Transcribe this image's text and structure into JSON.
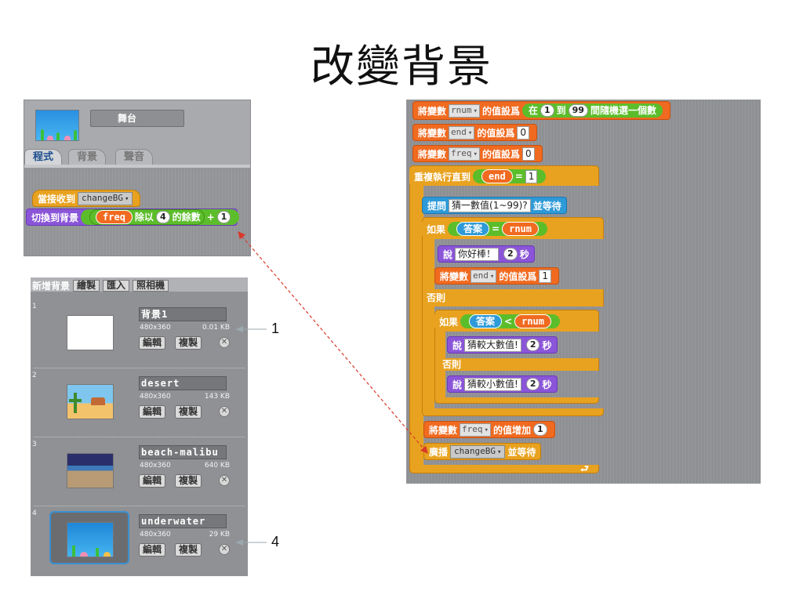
{
  "slide_title": "改變背景",
  "stage": {
    "name": "舞台",
    "tabs": [
      "程式",
      "背景",
      "聲音"
    ],
    "script": {
      "hat_label": "當接收到",
      "hat_message": "changeBG",
      "switch_label": "切換到背景",
      "var": "freq",
      "mod_label": "除以",
      "mod_num": "4",
      "remainder_label": "的餘數",
      "plus": "+",
      "plus_num": "1"
    }
  },
  "costumes": {
    "toolbar_label": "新增背景",
    "toolbar_buttons": [
      "繪製",
      "匯入",
      "照相機"
    ],
    "edit_label": "編輯",
    "copy_label": "複製",
    "items": [
      {
        "index": "1",
        "name": "背景1",
        "size": "480x360",
        "kb": "0.01 KB"
      },
      {
        "index": "2",
        "name": "desert",
        "size": "480x360",
        "kb": "143 KB"
      },
      {
        "index": "3",
        "name": "beach-malibu",
        "size": "480x360",
        "kb": "640 KB"
      },
      {
        "index": "4",
        "name": "underwater",
        "size": "480x360",
        "kb": "29 KB"
      }
    ]
  },
  "main_script": {
    "set_var_label": "將變數",
    "set_to_label": "的值設爲",
    "rnum_var": "rnum",
    "end_var": "end",
    "freq_var": "freq",
    "random_prefix": "在",
    "random_from": "1",
    "random_to_label": "到",
    "random_to": "99",
    "random_suffix": "間隨機選一個數",
    "zero": "0",
    "repeat_until_label": "重複執行直到",
    "end_reporter": "end",
    "equals": "=",
    "one": "1",
    "ask_label": "提問",
    "ask_text": "猜一數值(1~99)?",
    "ask_wait": "並等待",
    "if_label": "如果",
    "answer": "答案",
    "rnum_reporter": "rnum",
    "say_label": "說",
    "say1_text": "你好棒！",
    "say_secs": "2",
    "secs_label": "秒",
    "else_label": "否則",
    "less_than": "<",
    "say2_text": "猜較大數值!",
    "say3_text": "猜較小數值!",
    "change_by_label": "的值增加",
    "broadcast_label": "廣播",
    "broadcast_msg": "changeBG",
    "broadcast_wait": "並等待",
    "loop_arrow": "⮐"
  },
  "callouts": {
    "first": "1",
    "fourth": "4"
  }
}
